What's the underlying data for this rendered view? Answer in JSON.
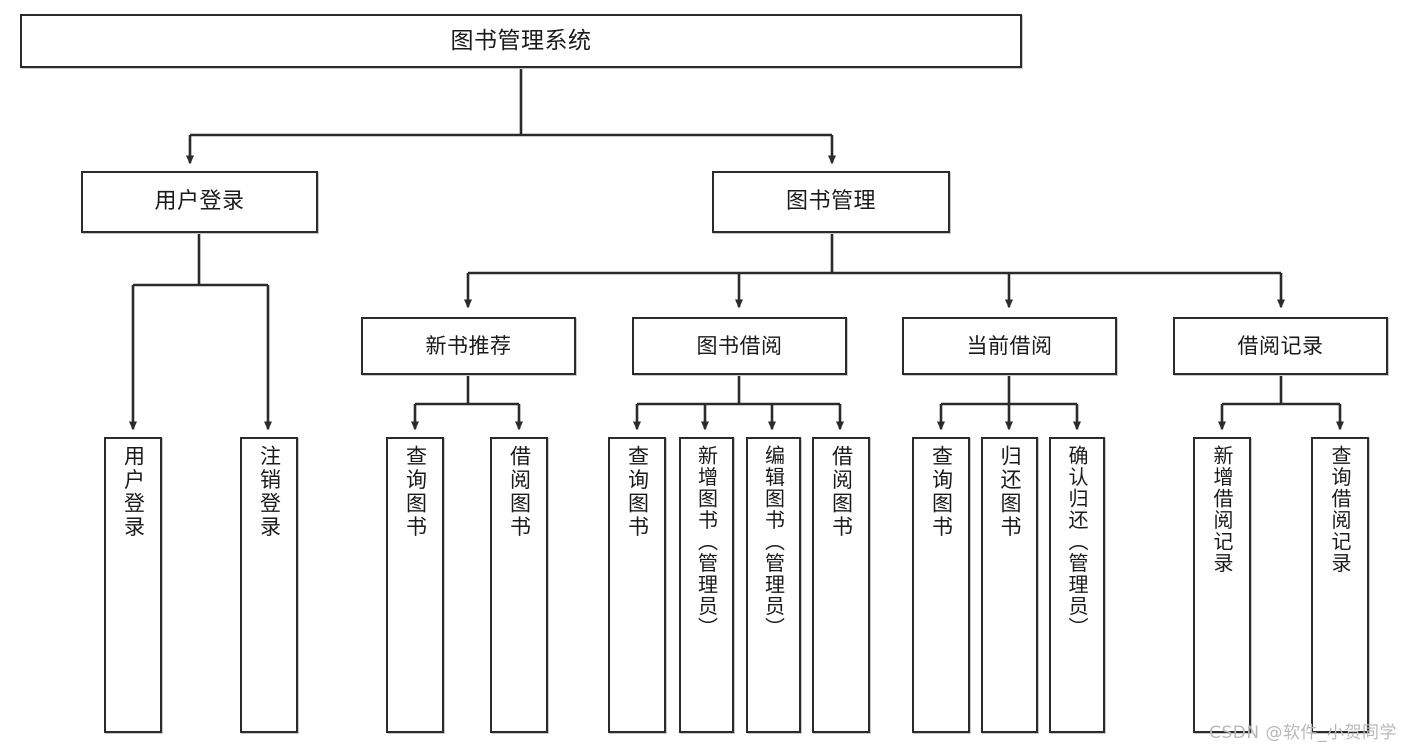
{
  "diagram": {
    "type": "tree-hierarchy-chart",
    "title": "图书管理系统",
    "stroke_color": "#2b2b2b",
    "fill_color": "#ffffff",
    "text_color": "#1a1a1a",
    "root": {
      "id": "root",
      "label": "图书管理系统"
    },
    "level2": [
      {
        "id": "user-login",
        "label": "用户登录"
      },
      {
        "id": "book-manage",
        "label": "图书管理"
      }
    ],
    "level3": [
      {
        "id": "new-book-recommend",
        "label": "新书推荐"
      },
      {
        "id": "book-borrow",
        "label": "图书借阅"
      },
      {
        "id": "current-borrow",
        "label": "当前借阅"
      },
      {
        "id": "borrow-record",
        "label": "借阅记录"
      }
    ],
    "leaves": [
      {
        "id": "leaf-user-login",
        "label": "用户登录",
        "parent": "user-login"
      },
      {
        "id": "leaf-logout",
        "label": "注销登录",
        "parent": "user-login"
      },
      {
        "id": "leaf-query-book-1",
        "label": "查询图书",
        "parent": "new-book-recommend"
      },
      {
        "id": "leaf-borrow-book-1",
        "label": "借阅图书",
        "parent": "new-book-recommend"
      },
      {
        "id": "leaf-query-book-2",
        "label": "查询图书",
        "parent": "book-borrow"
      },
      {
        "id": "leaf-add-book",
        "label": "新增图书（管理员）",
        "parent": "book-borrow"
      },
      {
        "id": "leaf-edit-book",
        "label": "编辑图书（管理员）",
        "parent": "book-borrow"
      },
      {
        "id": "leaf-borrow-book-2",
        "label": "借阅图书",
        "parent": "book-borrow"
      },
      {
        "id": "leaf-query-book-3",
        "label": "查询图书",
        "parent": "current-borrow"
      },
      {
        "id": "leaf-return-book",
        "label": "归还图书",
        "parent": "current-borrow"
      },
      {
        "id": "leaf-confirm-return",
        "label": "确认归还（管理员）",
        "parent": "current-borrow"
      },
      {
        "id": "leaf-add-record",
        "label": "新增借阅记录",
        "parent": "borrow-record"
      },
      {
        "id": "leaf-query-record",
        "label": "查询借阅记录",
        "parent": "borrow-record"
      }
    ],
    "watermark": "CSDN @软件_小贺同学"
  }
}
